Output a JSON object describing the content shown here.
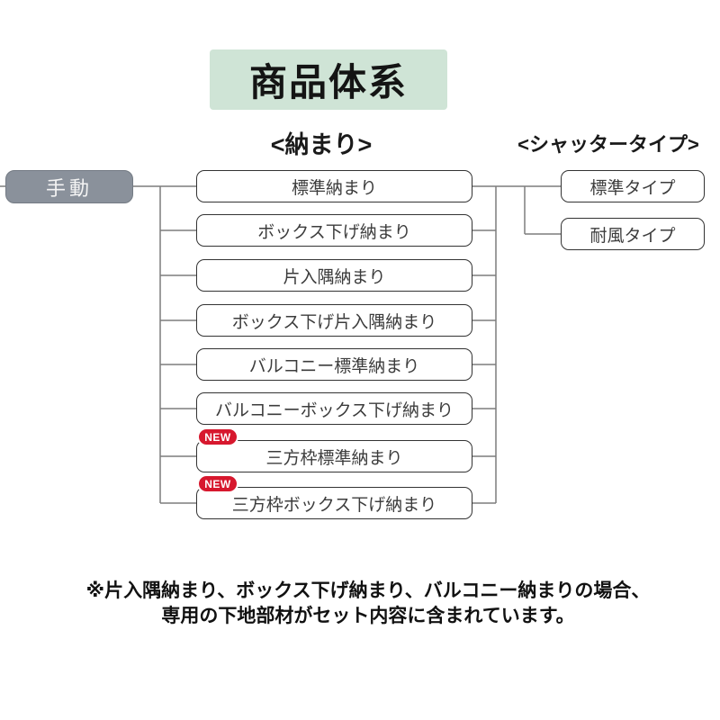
{
  "title": "商品体系",
  "headers": {
    "nakamari": "<納まり>",
    "shutter_type": "<シャッタータイプ>"
  },
  "root": {
    "label": "手動"
  },
  "nakamari_items": [
    {
      "label": "標準納まり",
      "new": false
    },
    {
      "label": "ボックス下げ納まり",
      "new": false
    },
    {
      "label": "片入隅納まり",
      "new": false
    },
    {
      "label": "ボックス下げ片入隅納まり",
      "new": false
    },
    {
      "label": "バルコニー標準納まり",
      "new": false
    },
    {
      "label": "バルコニーボックス下げ納まり",
      "new": false
    },
    {
      "label": "三方枠標準納まり",
      "new": true
    },
    {
      "label": "三方枠ボックス下げ納まり",
      "new": true
    }
  ],
  "new_badge_label": "NEW",
  "shutter_types": [
    {
      "label": "標準タイプ"
    },
    {
      "label": "耐風タイプ"
    }
  ],
  "footnote": {
    "line1": "※片入隅納まり、ボックス下げ納まり、バルコニー納まりの場合、",
    "line2": "専用の下地部材がセット内容に含まれています。"
  },
  "colors": {
    "title_bg": "#cfe4d6",
    "root_bg": "#8a919b",
    "root_border": "#747b84",
    "box_border": "#333333",
    "line": "#7d7d7d",
    "new_badge": "#d7182e"
  }
}
